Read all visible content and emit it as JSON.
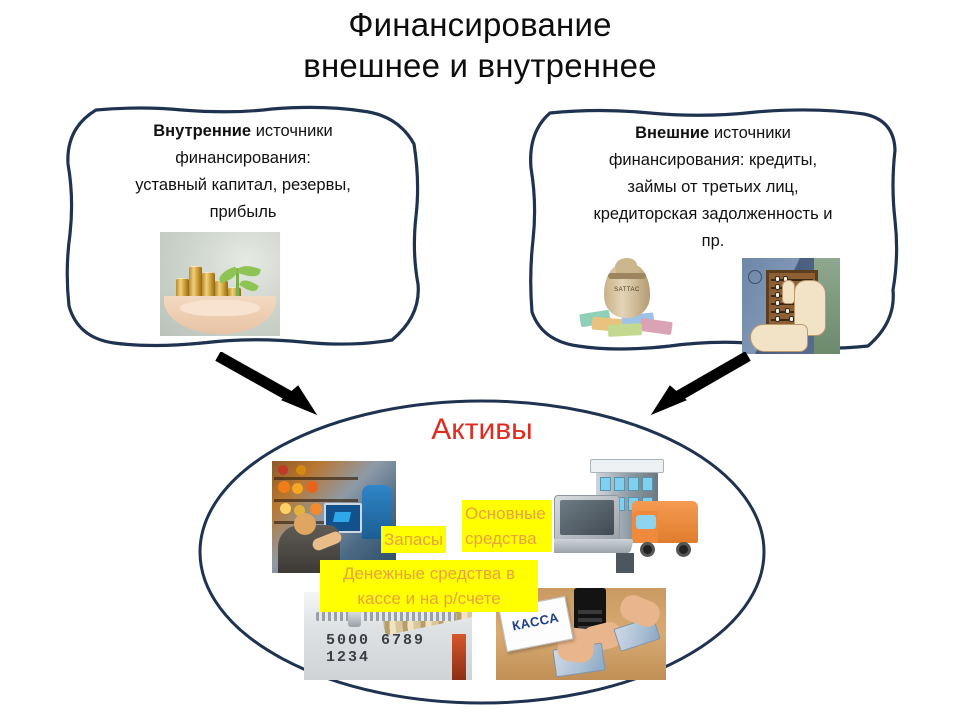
{
  "slide": {
    "title_line1": "Финансирование",
    "title_line2": "внешнее и внутреннее",
    "title_color": "#0d0d0d",
    "background": "#ffffff"
  },
  "boxes": {
    "internal": {
      "heading": "Внутренние",
      "rest_line1": " источники",
      "line2": "финансирования:",
      "line3": "уставный капитал, резервы,",
      "line4": "прибыль",
      "border_color": "#1f3350",
      "image_name": "coins-in-hands-photo"
    },
    "external": {
      "heading": "Внешние",
      "rest_line1": " источники",
      "line2": "финансирования: кредиты,",
      "line3": "займы от третьих лиц,",
      "line4": "кредиторская задолженность и",
      "line5": "пр.",
      "border_color": "#1f3350",
      "image_name_1": "money-bag-clipart",
      "image_name_2": "abacus-hands-clipart"
    }
  },
  "arrows": {
    "left_label": "arrow-internal-to-assets",
    "right_label": "arrow-external-to-assets",
    "color": "#000000"
  },
  "assets": {
    "title": "Активы",
    "title_color": "#e02b20",
    "ellipse_border_color": "#1f3350",
    "labels": {
      "inventory": "Запасы",
      "fixed_assets": "Основные средства",
      "cash": "Денежные средства в кассе и на р/счете",
      "highlight_color": "#ffff00",
      "text_color": "#e8a33d"
    },
    "images": {
      "inventory": "warehouse-inventory-photo",
      "fixed_assets": "building-laptop-truck-clipart",
      "credit_card": "credit-card-photo",
      "cash_desk": "cash-desk-photo"
    },
    "credit_card_number": "5000 6789 1234",
    "cash_desk_sign": "КАССА",
    "money_bag_label": "SATTAC"
  }
}
